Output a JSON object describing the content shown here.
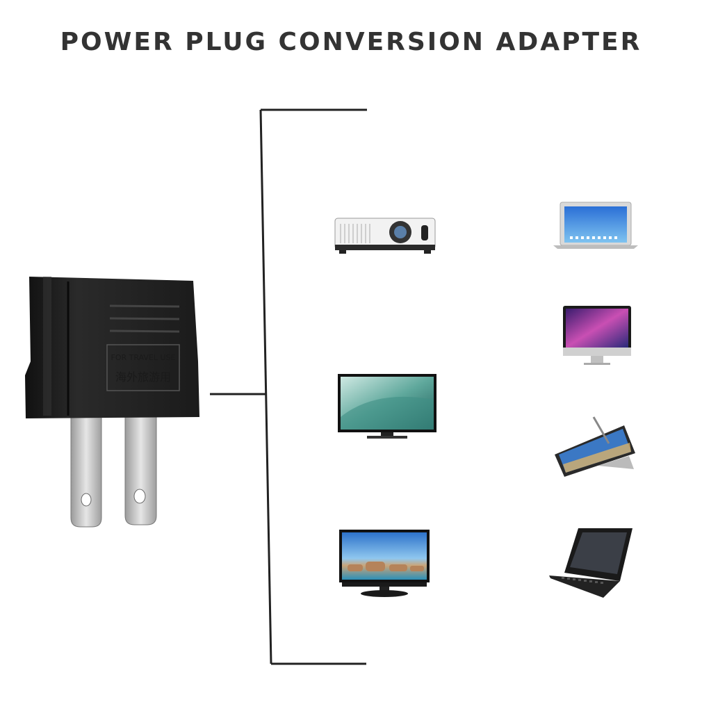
{
  "title": "POWER PLUG CONVERSION ADAPTER",
  "adapter": {
    "label_en": "FOR TRAVEL USE",
    "label_cn": "海外旅游用"
  },
  "devices": [
    {
      "name": "projector-icon"
    },
    {
      "name": "laptop-silver-icon"
    },
    {
      "name": "imac-icon"
    },
    {
      "name": "tv-icon"
    },
    {
      "name": "tablet-icon"
    },
    {
      "name": "monitor-icon"
    },
    {
      "name": "laptop-black-icon"
    }
  ],
  "colors": {
    "title": "#333333",
    "adapter_body": "#1f1f1f",
    "prong": "#c8c8c8",
    "line": "#222222"
  }
}
